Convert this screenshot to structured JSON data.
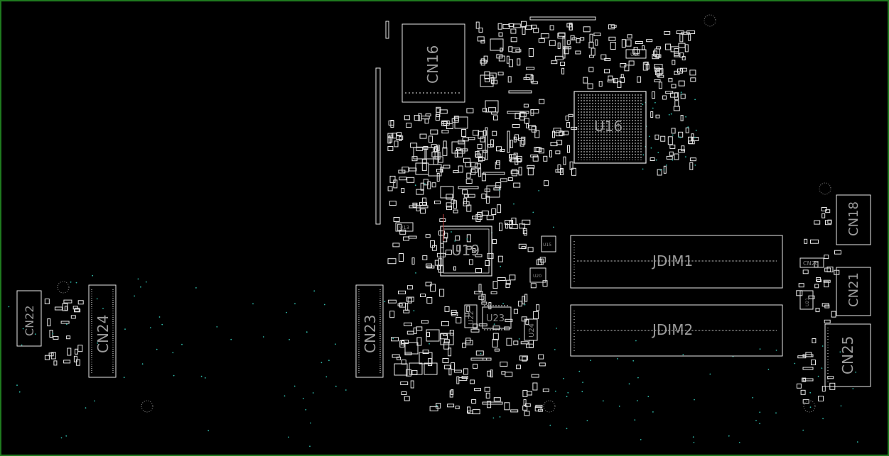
{
  "board": {
    "outline_color": "#1f7a1f",
    "part_color": "#e8e8e8",
    "label_color": "#9a9a9a",
    "via_color": "#2fb8a8"
  },
  "labels": {
    "cn16": "CN16",
    "u16": "U16",
    "u19": "U19",
    "cn22": "CN22",
    "cn24": "CN24",
    "cn23": "CN23",
    "u22": "U22",
    "u23": "U23",
    "u24": "U24",
    "jdim1": "JDIM1",
    "jdim2": "JDIM2",
    "cn18": "CN18",
    "cn21": "CN21",
    "cn25": "CN25",
    "cn26": "CN26",
    "u12": "U12",
    "u13": "U13",
    "u15": "U15",
    "u20": "U20",
    "u21": "U21"
  }
}
